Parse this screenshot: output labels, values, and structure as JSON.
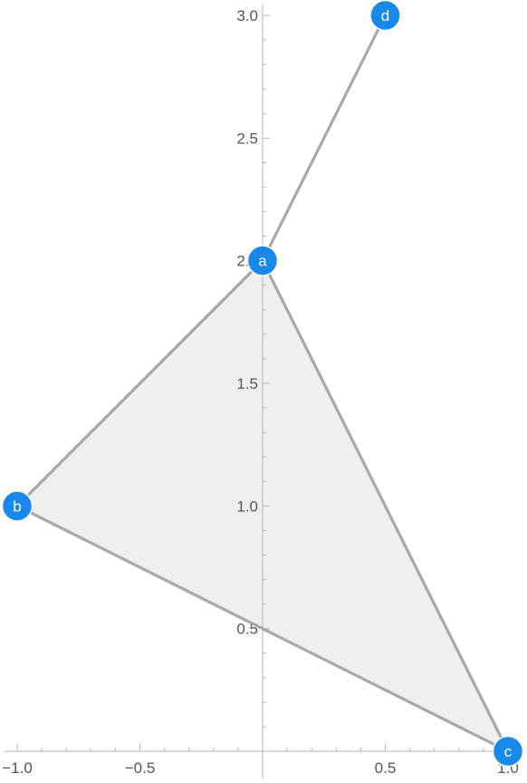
{
  "chart_data": {
    "type": "graph",
    "xlim": [
      -1.0,
      1.0
    ],
    "ylim": [
      0.0,
      3.0
    ],
    "x_ticks": [
      {
        "value": -1.0,
        "label": "−1.0"
      },
      {
        "value": -0.5,
        "label": "−0.5"
      },
      {
        "value": 0.5,
        "label": "0.5"
      },
      {
        "value": 1.0,
        "label": "1.0"
      }
    ],
    "y_ticks": [
      {
        "value": 0.5,
        "label": "0.5"
      },
      {
        "value": 1.0,
        "label": "1.0"
      },
      {
        "value": 1.5,
        "label": "1.5"
      },
      {
        "value": 2.0,
        "label": "2.0"
      },
      {
        "value": 2.5,
        "label": "2.5"
      },
      {
        "value": 3.0,
        "label": "3.0"
      }
    ],
    "nodes": [
      {
        "id": "a",
        "label": "a",
        "x": 0.0,
        "y": 2.0
      },
      {
        "id": "b",
        "label": "b",
        "x": -1.0,
        "y": 1.0
      },
      {
        "id": "c",
        "label": "c",
        "x": 1.0,
        "y": 0.0
      },
      {
        "id": "d",
        "label": "d",
        "x": 0.5,
        "y": 3.0
      }
    ],
    "edges": [
      {
        "from": "a",
        "to": "b"
      },
      {
        "from": "a",
        "to": "c"
      },
      {
        "from": "b",
        "to": "c"
      },
      {
        "from": "a",
        "to": "d"
      }
    ],
    "filled_polygons": [
      [
        "a",
        "b",
        "c"
      ]
    ]
  },
  "colors": {
    "node": "#1a87ea",
    "node_stroke": "#ffffff",
    "edge": "#a8a8a8",
    "fill": "#efefef",
    "axis": "#b3b3b3",
    "tick_text": "#555555"
  }
}
